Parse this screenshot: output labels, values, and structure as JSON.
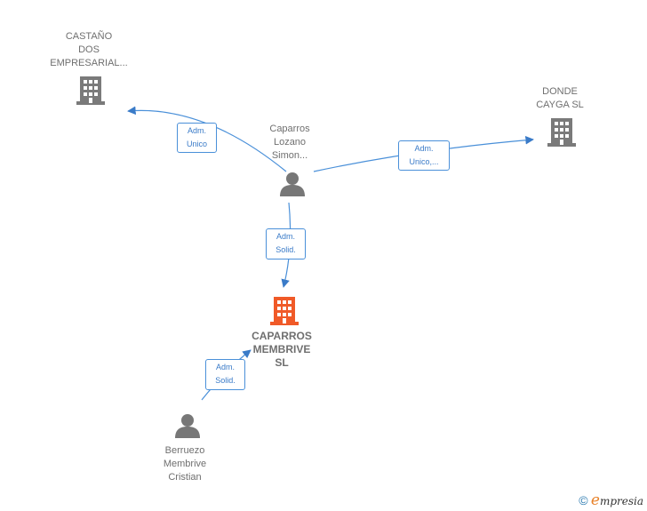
{
  "nodes": {
    "castano": {
      "line1": "CASTAÑO",
      "line2": "DOS",
      "line3": "EMPRESARIAL..."
    },
    "donde": {
      "line1": "DONDE",
      "line2": "CAYGA  SL"
    },
    "caparros_person": {
      "line1": "Caparros",
      "line2": "Lozano",
      "line3": "Simon..."
    },
    "caparros_company": {
      "line1": "CAPARROS",
      "line2": "MEMBRIVE",
      "line3": "SL"
    },
    "berruezo": {
      "line1": "Berruezo",
      "line2": "Membrive",
      "line3": "Cristian"
    }
  },
  "edges": {
    "to_castano": {
      "line1": "Adm.",
      "line2": "Unico"
    },
    "to_donde": {
      "line1": "Adm.",
      "line2": "Unico,..."
    },
    "to_main": {
      "line1": "Adm.",
      "line2": "Solid."
    },
    "berruezo_to_main": {
      "line1": "Adm.",
      "line2": "Solid."
    }
  },
  "colors": {
    "company_icon": "#7a7a7a",
    "main_company_icon": "#f05a28",
    "person_icon": "#777777",
    "edge": "#4a90d9"
  },
  "icons": {
    "company": "building-icon",
    "main_company": "building-icon",
    "person": "person-icon"
  },
  "footer": {
    "copyright": "©",
    "brand_initial": "e",
    "brand_rest": "mpresia"
  }
}
